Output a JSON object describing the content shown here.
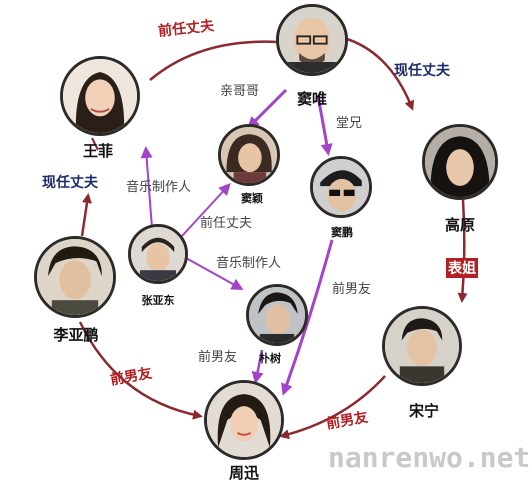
{
  "nodes": {
    "dou_wei": {
      "name": "窦唯"
    },
    "wang_fei": {
      "name": "王菲"
    },
    "dou_ying": {
      "name": "窦颖"
    },
    "dou_peng": {
      "name": "窦鹏"
    },
    "gao_yuan": {
      "name": "高原"
    },
    "zhang_yadong": {
      "name": "张亚东"
    },
    "li_yapeng": {
      "name": "李亚鹏"
    },
    "pu_shu": {
      "name": "朴树"
    },
    "song_ning": {
      "name": "宋宁"
    },
    "zhou_xun": {
      "name": "周迅"
    }
  },
  "edges": {
    "douwei_wangfei": "前任丈夫",
    "douwei_gaoyuan": "现任丈夫",
    "douwei_douying": "亲哥哥",
    "douwei_doupeng": "堂兄",
    "gaoyuan_songning": "表姐",
    "songning_zhouxun": "前男友",
    "liyapeng_zhouxun": "前男友",
    "liyapeng_wangfei": "现任丈夫",
    "zhangyadong_wangfei": "音乐制作人",
    "zhangyadong_douying": "前任丈夫",
    "zhangyadong_pushu": "音乐制作人",
    "pushu_zhouxun": "前男友",
    "doupeng_zhouxun": "前男友"
  },
  "watermark": "nanrenwo.net",
  "colors": {
    "cycle_arrow": "#8a2a2f",
    "purple_arrow": "#a244c8",
    "red_label": "#b32024",
    "navy_label": "#1f2a6b"
  }
}
